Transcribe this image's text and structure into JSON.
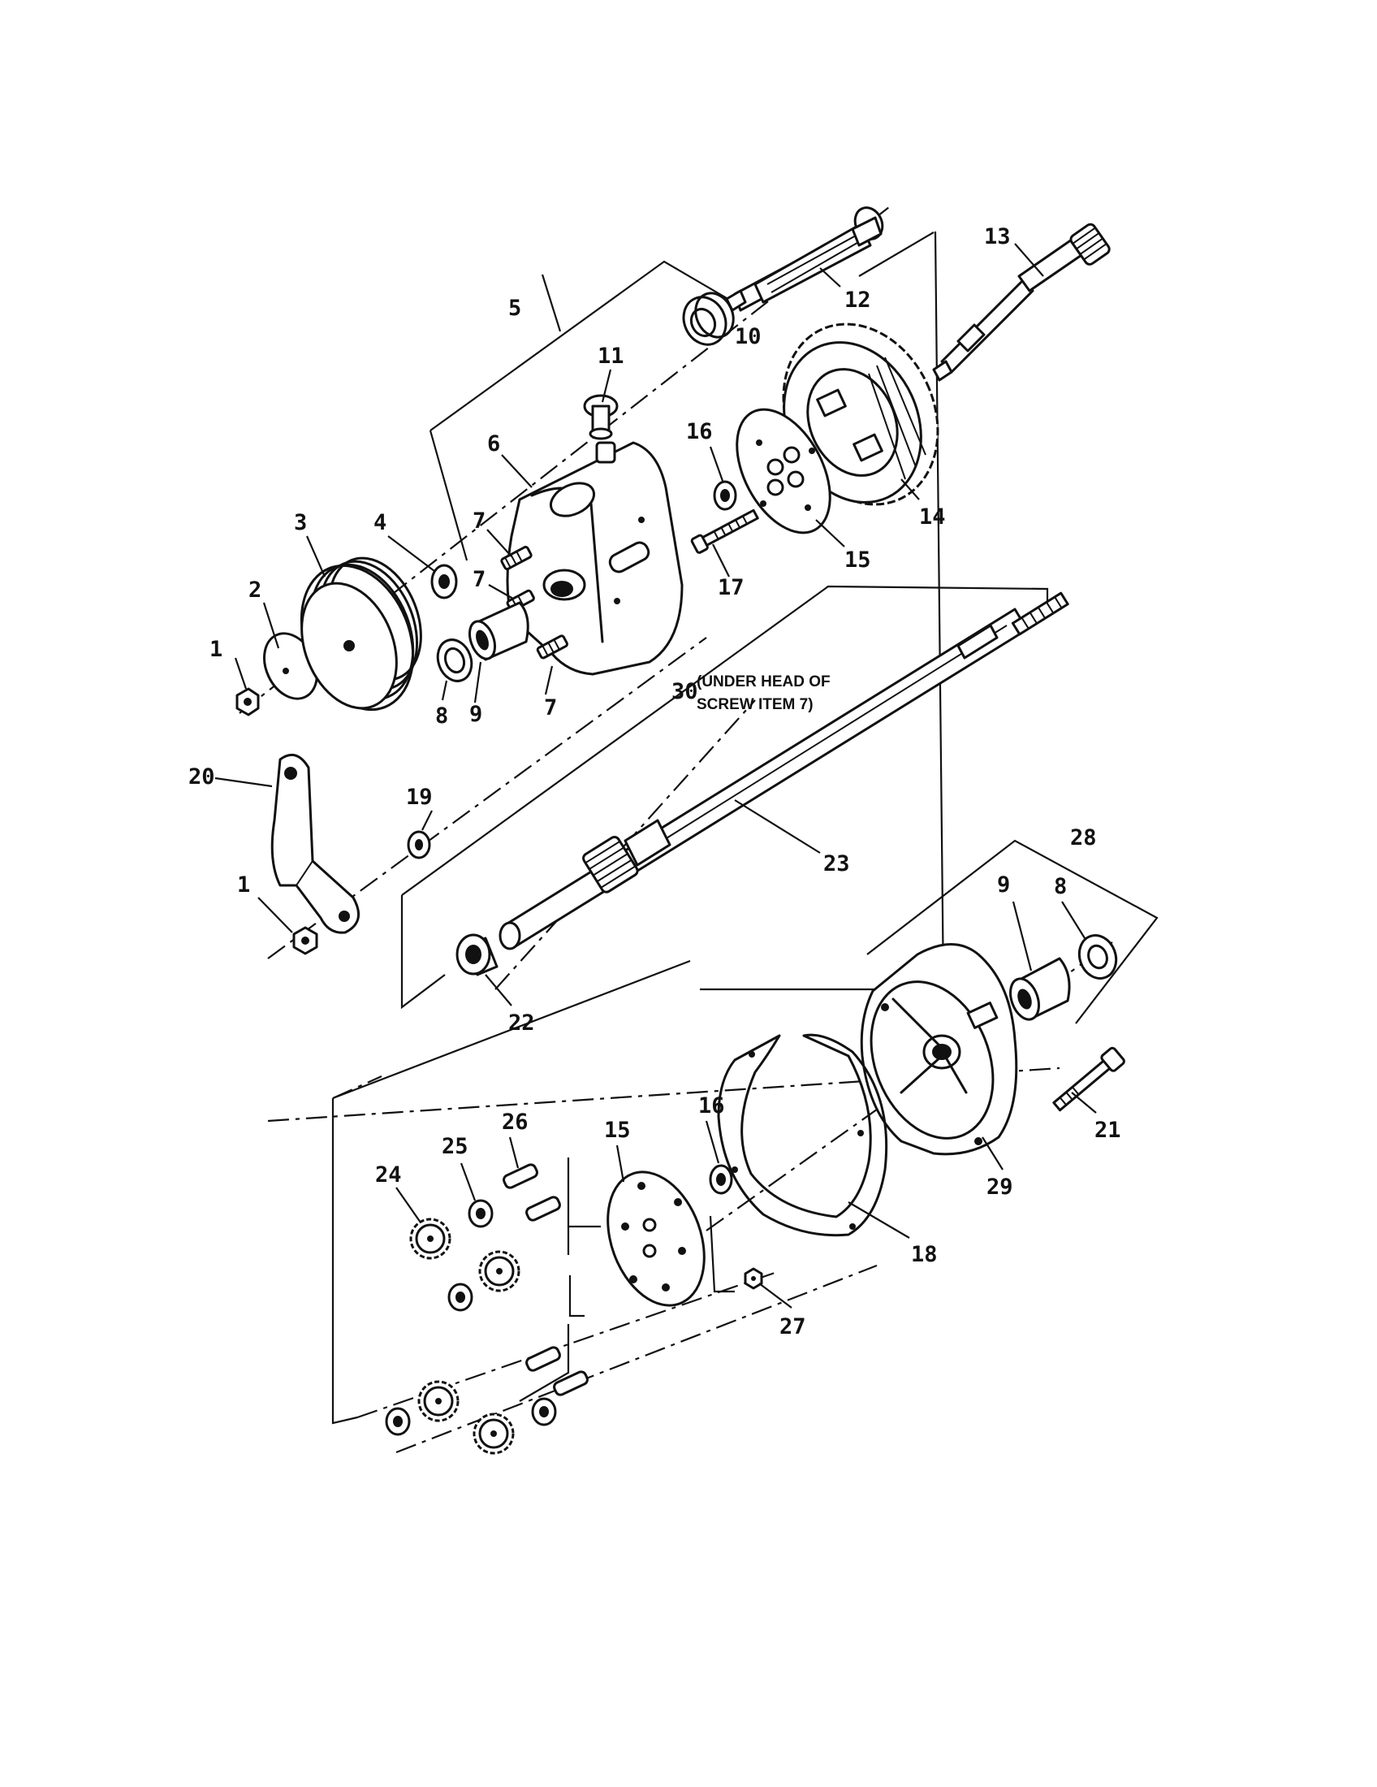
{
  "callouts": {
    "c1a": "1",
    "c1b": "1",
    "c2": "2",
    "c3": "3",
    "c4": "4",
    "c5": "5",
    "c6": "6",
    "c7a": "7",
    "c7b": "7",
    "c7c": "7",
    "c8a": "8",
    "c8b": "8",
    "c9a": "9",
    "c9b": "9",
    "c10": "10",
    "c11": "11",
    "c12": "12",
    "c13": "13",
    "c14": "14",
    "c15a": "15",
    "c15b": "15",
    "c16a": "16",
    "c16b": "16",
    "c17": "17",
    "c18": "18",
    "c19": "19",
    "c20": "20",
    "c21": "21",
    "c22": "22",
    "c23": "23",
    "c24": "24",
    "c25": "25",
    "c26": "26",
    "c27": "27",
    "c28": "28",
    "c29": "29",
    "c30": "30"
  },
  "notes": {
    "item30_line1": "(UNDER HEAD OF",
    "item30_line2": "SCREW ITEM 7)"
  }
}
